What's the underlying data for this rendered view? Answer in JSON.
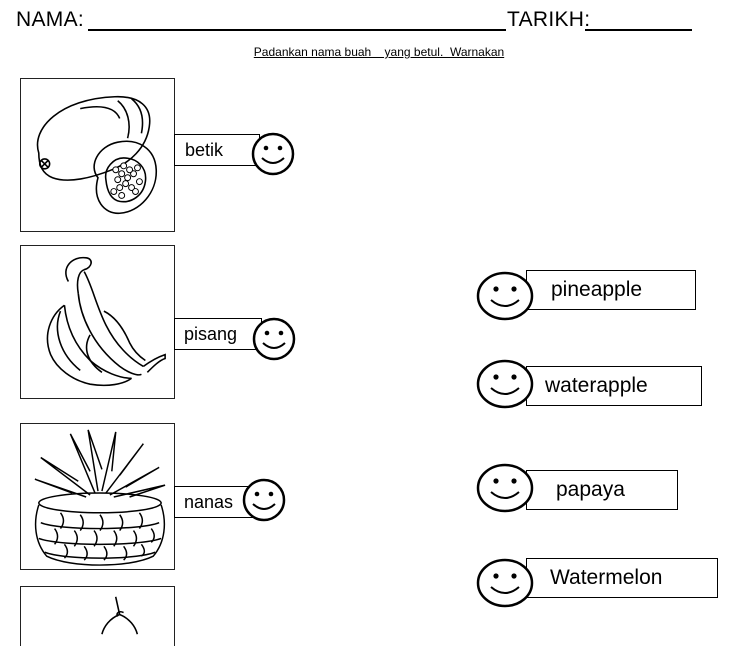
{
  "header": {
    "nama_label": "NAMA:",
    "tarikh_label": "TARIKH:"
  },
  "instruction": "Padankan nama buah    yang betul.  Warnakan",
  "left_items": [
    {
      "label": "betik",
      "image_icon": "papaya-icon"
    },
    {
      "label": "pisang",
      "image_icon": "banana-icon"
    },
    {
      "label": "nanas",
      "image_icon": "pineapple-icon"
    },
    {
      "image_icon": "fruit-partial-icon"
    }
  ],
  "right_items": [
    {
      "label": "pineapple"
    },
    {
      "label": "waterapple"
    },
    {
      "label": "papaya"
    },
    {
      "label": "Watermelon"
    }
  ],
  "icons": {
    "smiley": "smiley-face-icon"
  },
  "colors": {
    "ink": "#000000",
    "paper": "#ffffff"
  }
}
